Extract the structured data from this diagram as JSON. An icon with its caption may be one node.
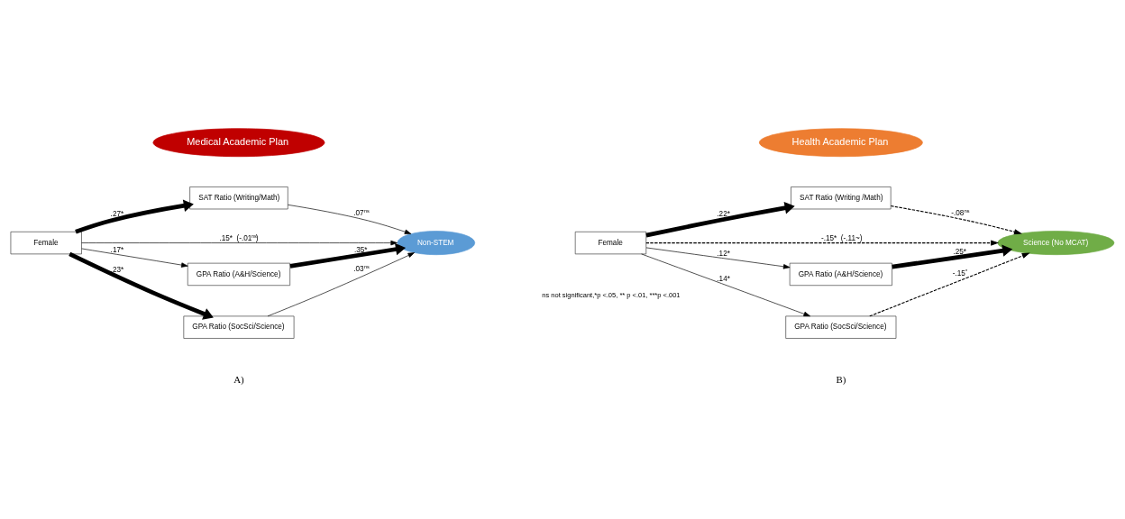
{
  "diagram": {
    "nodes": [
      {
        "text": [
          "Medical Academic Plan"
        ]
      },
      {
        "text": [
          "SAT Ratio (Writing/Math)"
        ]
      },
      {
        "text": [
          "Female"
        ]
      },
      {
        "text": [
          "Non-STEM"
        ]
      },
      {
        "text": [
          "GPA Ratio (A&H/Science)"
        ]
      },
      {
        "text": [
          "GPA Ratio (SocSci/Science)"
        ]
      },
      {
        "text": [
          "Health Academic Plan"
        ]
      },
      {
        "text": [
          "SAT Ratio (Writing /Math)"
        ]
      },
      {
        "text": [
          "Female"
        ]
      },
      {
        "text": [
          "Science (No MCAT)"
        ]
      },
      {
        "text": [
          "GPA Ratio (A&H/Science)"
        ]
      },
      {
        "text": [
          "GPA Ratio (SocSci/Science)"
        ]
      }
    ],
    "edges": [
      {
        "from": 2,
        "to": 1,
        "arrow": "to",
        "label": ".27*",
        "style": "thick"
      },
      {
        "from": 1,
        "to": 3,
        "arrow": "to",
        "label": ".07$^{ns}$"
      },
      {
        "from": 2,
        "to": 3,
        "arrow": "to",
        "label": ".15*  (-.01$^{ns}$)"
      },
      {
        "from": 2,
        "to": 4,
        "arrow": "to",
        "label": ".17*"
      },
      {
        "from": 2,
        "to": 5,
        "arrow": "to",
        "label": ".23*",
        "style": "thick"
      },
      {
        "from": 4,
        "to": 3,
        "arrow": "to",
        "label": ".35*",
        "style": "thick"
      },
      {
        "from": 5,
        "to": 3,
        "arrow": "to",
        "label": ".03$^{ns}$"
      },
      {
        "from": 8,
        "to": 7,
        "arrow": "to",
        "label": ".22*",
        "style": "thick"
      },
      {
        "from": 7,
        "to": 9,
        "arrow": "to",
        "label": "-.08$^{ns}$",
        "style": "dashed"
      },
      {
        "from": 8,
        "to": 9,
        "arrow": "to",
        "label": "-.15*  (-.11~)",
        "style": "dashed"
      },
      {
        "from": 8,
        "to": 10,
        "arrow": "to",
        "label": ".12*"
      },
      {
        "from": 8,
        "to": 11,
        "arrow": "to",
        "label": ".14*"
      },
      {
        "from": 10,
        "to": 9,
        "arrow": "to",
        "label": ".25*",
        "style": "thick"
      },
      {
        "from": 11,
        "to": 9,
        "arrow": "to",
        "label": "-.15$^{*}$",
        "style": "dashed"
      }
    ],
    "labels": [
      "ns not significant,*p <.05, ** p <.01, ***p <.001",
      "A)",
      "B)"
    ]
  }
}
